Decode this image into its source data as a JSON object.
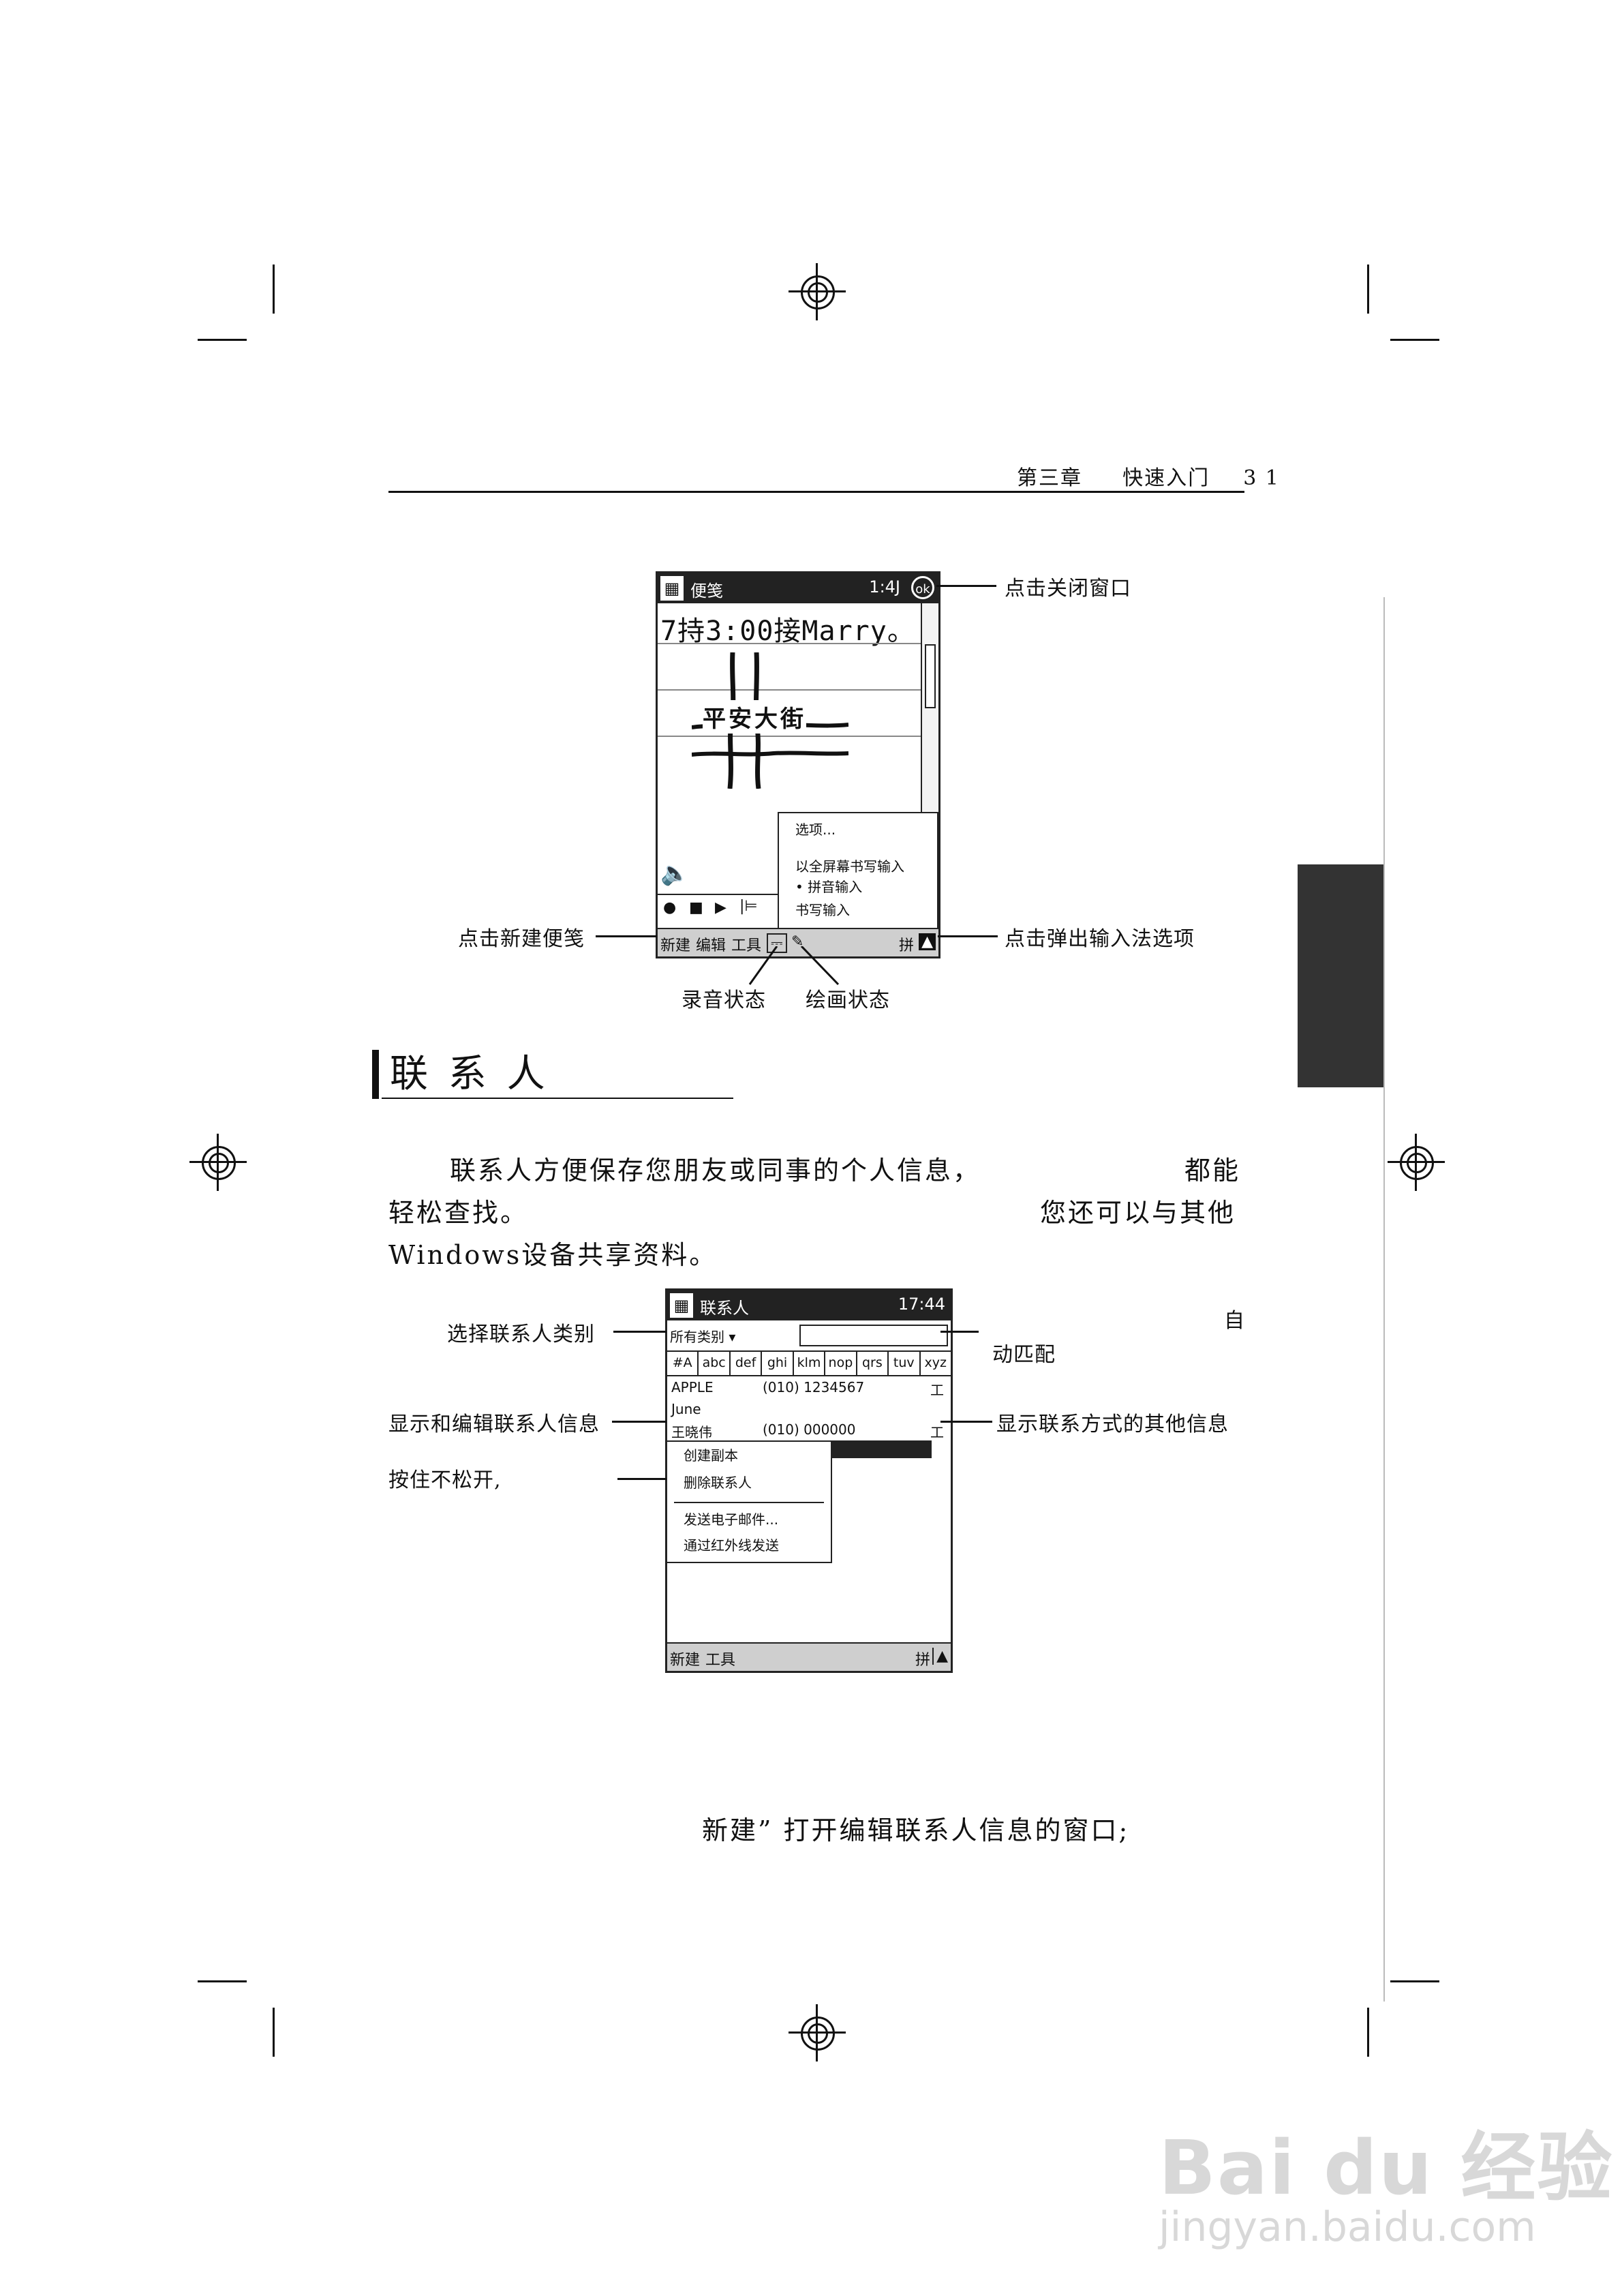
{
  "header": {
    "chapter": "第三章",
    "section": "快速入门",
    "page_number": "3 1"
  },
  "notes_screen": {
    "title": "便笺",
    "time": "1:4J",
    "ok_label": "ok",
    "handwriting_text": "7持3:00接Marry。",
    "drawing_text": "平安大街",
    "popup_items": [
      "选项...",
      "以全屏幕书写输入",
      "• 拼音输入",
      "书写输入"
    ],
    "cmd_new": "新建",
    "cmd_edit": "编辑",
    "cmd_tools": "工具",
    "cmd_input": "拼",
    "callout_close": "点击关闭窗口",
    "callout_new_note": "点击新建便笺",
    "callout_input_options": "点击弹出输入法选项",
    "callout_record": "录音状态",
    "callout_draw": "绘画状态"
  },
  "section": {
    "title": "联 系 人"
  },
  "paragraph": {
    "line1_left": "联系人方便保存您朋友或同事的个人信息，",
    "line1_right": "都能",
    "line2_left": "轻松查找。",
    "line2_right": "您还可以与其他",
    "line3": "Windows设备共享资料。"
  },
  "contacts_screen": {
    "title": "联系人",
    "time": "17:44",
    "category_label": "所有类别 ▾",
    "tabs": [
      "#A",
      "abc",
      "def",
      "ghi",
      "klm",
      "nop",
      "qrs",
      "tuv",
      "xyz"
    ],
    "rows": [
      {
        "name": "APPLE",
        "phone": "(010) 1234567",
        "tag": "工"
      },
      {
        "name": "June",
        "phone": "",
        "tag": ""
      },
      {
        "name": "王晓伟",
        "phone": "(010) 000000",
        "tag": "工"
      }
    ],
    "context_menu": [
      "创建副本",
      "删除联系人",
      "发送电子邮件...",
      "通过红外线发送"
    ],
    "cmd_new": "新建",
    "cmd_tools": "工具",
    "cmd_input": "拼",
    "callout_category": "选择联系人类别",
    "callout_auto_1": "自",
    "callout_auto_2": "动匹配",
    "callout_show_edit": "显示和编辑联系人信息",
    "callout_other_info": "显示联系方式的其他信息",
    "callout_hold": "按住不松开,"
  },
  "footer_line": "新建” 打开编辑联系人信息的窗口;",
  "watermark": {
    "brand": "Bai du 经验",
    "url": "jingyan.baidu.com"
  }
}
